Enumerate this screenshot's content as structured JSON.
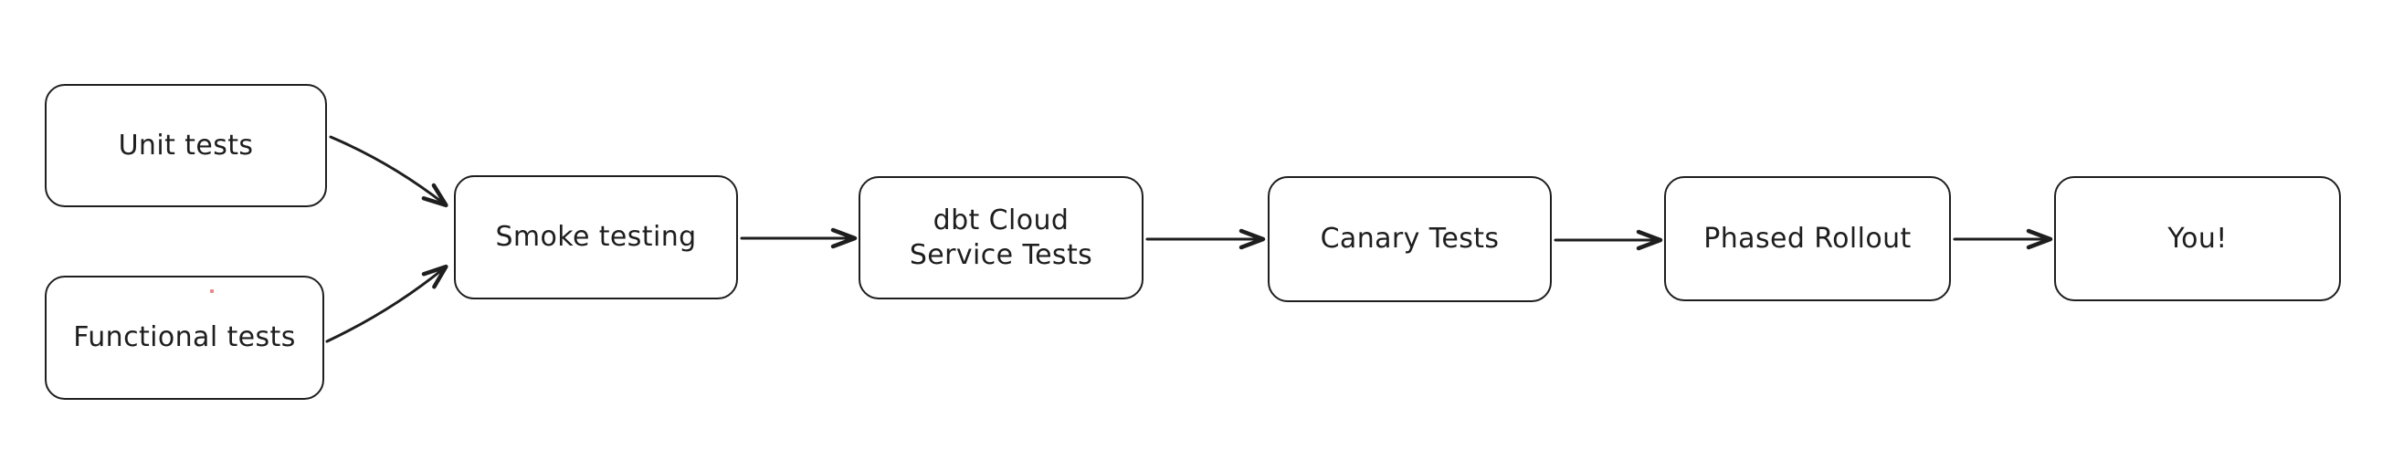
{
  "diagram": {
    "background_color": "#ffffff",
    "stroke_color": "#1e1e1e",
    "style": "hand-drawn-flowchart",
    "nodes": [
      {
        "id": "unit-tests",
        "label": "Unit tests"
      },
      {
        "id": "functional-tests",
        "label": "Functional tests"
      },
      {
        "id": "smoke-testing",
        "label": "Smoke testing"
      },
      {
        "id": "dbt-cloud-service-tests",
        "label": "dbt Cloud Service Tests",
        "lines": [
          "dbt Cloud",
          "Service Tests"
        ]
      },
      {
        "id": "canary-tests",
        "label": "Canary Tests"
      },
      {
        "id": "phased-rollout",
        "label": "Phased Rollout"
      },
      {
        "id": "you",
        "label": "You!"
      }
    ],
    "edges": [
      {
        "from": "unit-tests",
        "to": "smoke-testing"
      },
      {
        "from": "functional-tests",
        "to": "smoke-testing"
      },
      {
        "from": "smoke-testing",
        "to": "dbt-cloud-service-tests"
      },
      {
        "from": "dbt-cloud-service-tests",
        "to": "canary-tests"
      },
      {
        "from": "canary-tests",
        "to": "phased-rollout"
      },
      {
        "from": "phased-rollout",
        "to": "you"
      }
    ]
  }
}
